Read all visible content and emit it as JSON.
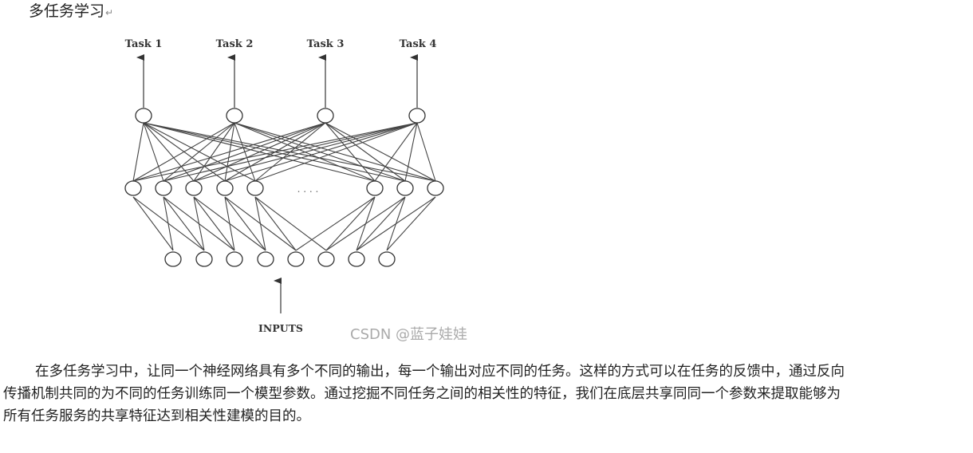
{
  "heading": {
    "text": "多任务学习",
    "return_mark": "↵"
  },
  "diagram": {
    "task_labels": [
      "Task 1",
      "Task 2",
      "Task 3",
      "Task 4"
    ],
    "input_label": "INPUTS",
    "ellipsis": ". . . .",
    "watermark": "CSDN @蓝子娃娃"
  },
  "paragraph": {
    "line1": "在多任务学习中，让同一个神经网络具有多个不同的输出，每一个输出对应不同的任务。这样的方式可以在任务的反馈中，通过反向",
    "line2": "传播机制共同的为不同的任务训练同一个模型参数。通过挖掘不同任务之间的相关性的特征，我们在底层共享同同一个参数来提取能够为",
    "line3": "所有任务服务的共享特征达到相关性建模的目的。"
  }
}
